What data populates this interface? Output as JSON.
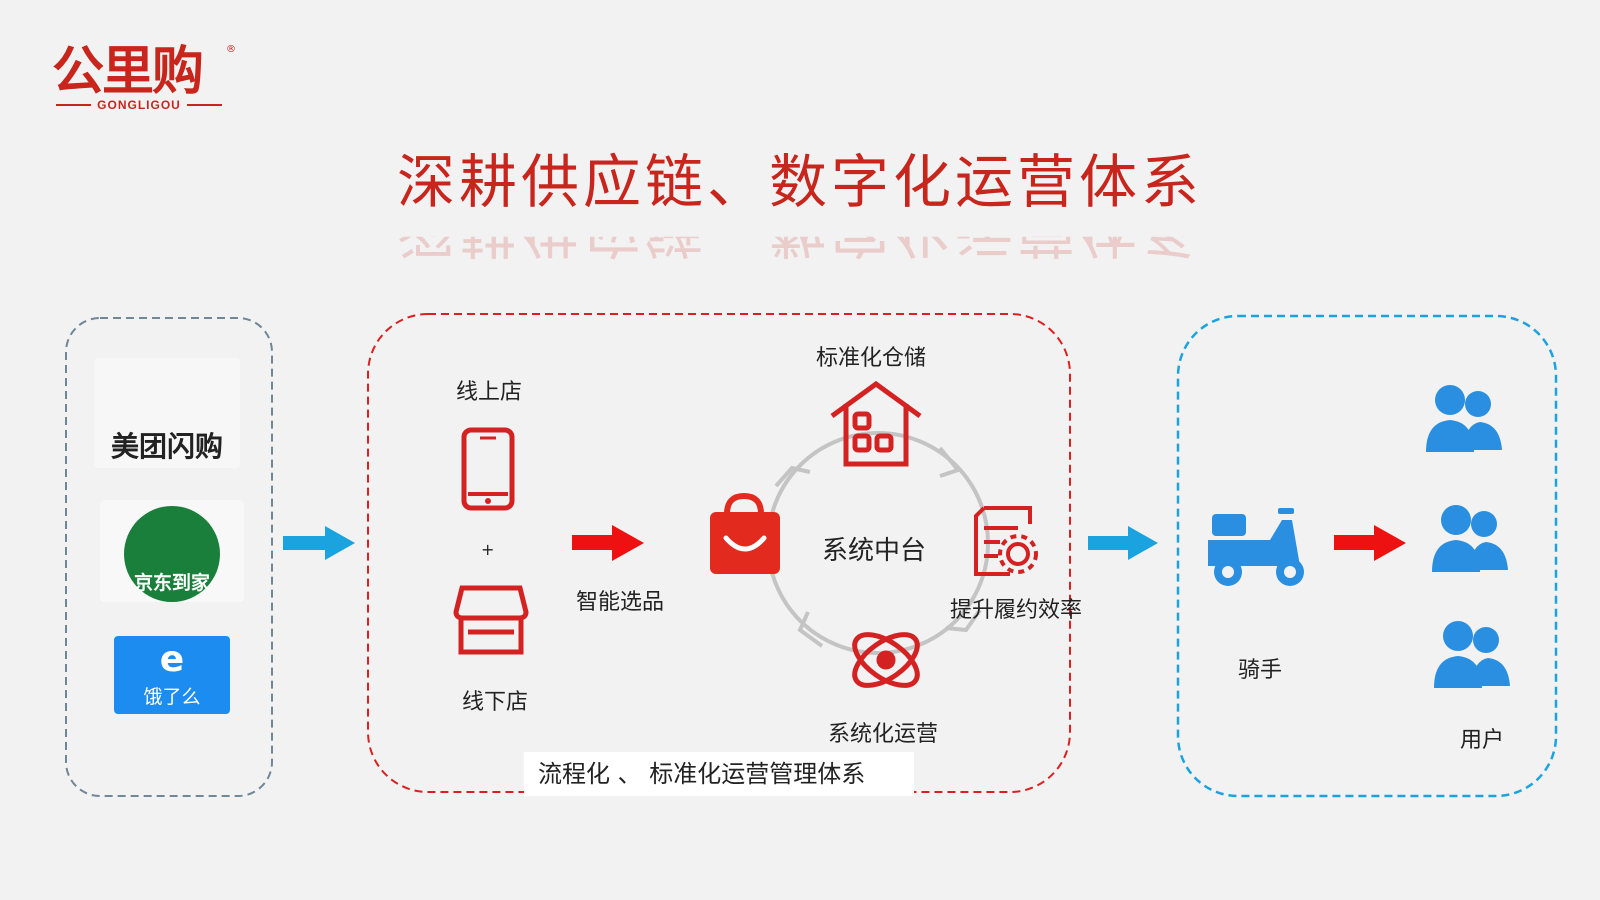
{
  "logo": {
    "text": "公里购",
    "sub": "GONGLIGOU",
    "registered": "®"
  },
  "title": "深耕供应链、数字化运营体系",
  "platforms": {
    "meituan": "美团闪购",
    "jd": "京东到家",
    "eleme": "饿了么"
  },
  "middle": {
    "online_store": "线上店",
    "plus": "+",
    "offline_store": "线下店",
    "smart_selection": "智能选品",
    "cycle_top": "标准化仓储",
    "cycle_right": "提升履约效率",
    "cycle_bottom": "系统化运营",
    "center": "系统中台",
    "bottom_label": "流程化 、 标准化运营管理体系"
  },
  "right": {
    "rider": "骑手",
    "users": "用户"
  },
  "colors": {
    "brand_red": "#c8251d",
    "arrow_red": "#ee1111",
    "arrow_blue": "#1ba3e0",
    "icon_blue": "#2a8fe0",
    "box_gray": "#6f8797",
    "box_red": "#dd1f1f",
    "box_blue": "#1ba3e0"
  }
}
